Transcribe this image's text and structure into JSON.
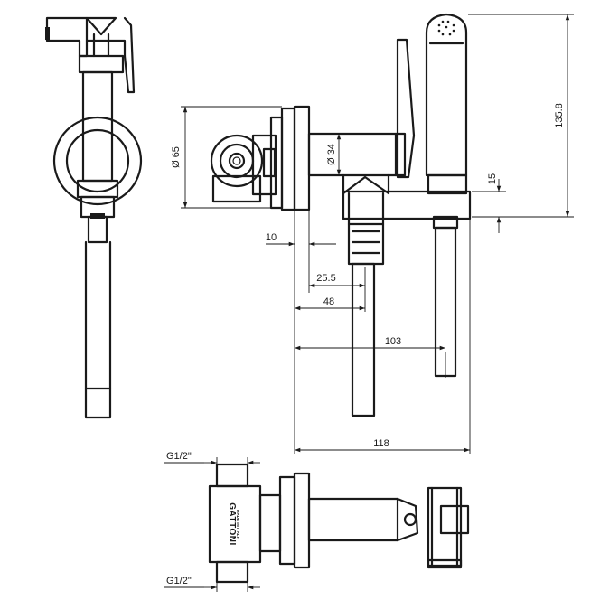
{
  "dimensions": {
    "width_total": "118",
    "width_103": "103",
    "width_48": "48",
    "width_25_5": "25.5",
    "width_10": "10",
    "height_total": "135.8",
    "height_15": "15",
    "diameter_65": "Ø 65",
    "diameter_34": "Ø 34"
  },
  "connections": {
    "top": "G1/2\"",
    "bottom": "G1/2\""
  },
  "marking": {
    "brand": "GATTONI",
    "origin": "MADE IN ITALY"
  }
}
